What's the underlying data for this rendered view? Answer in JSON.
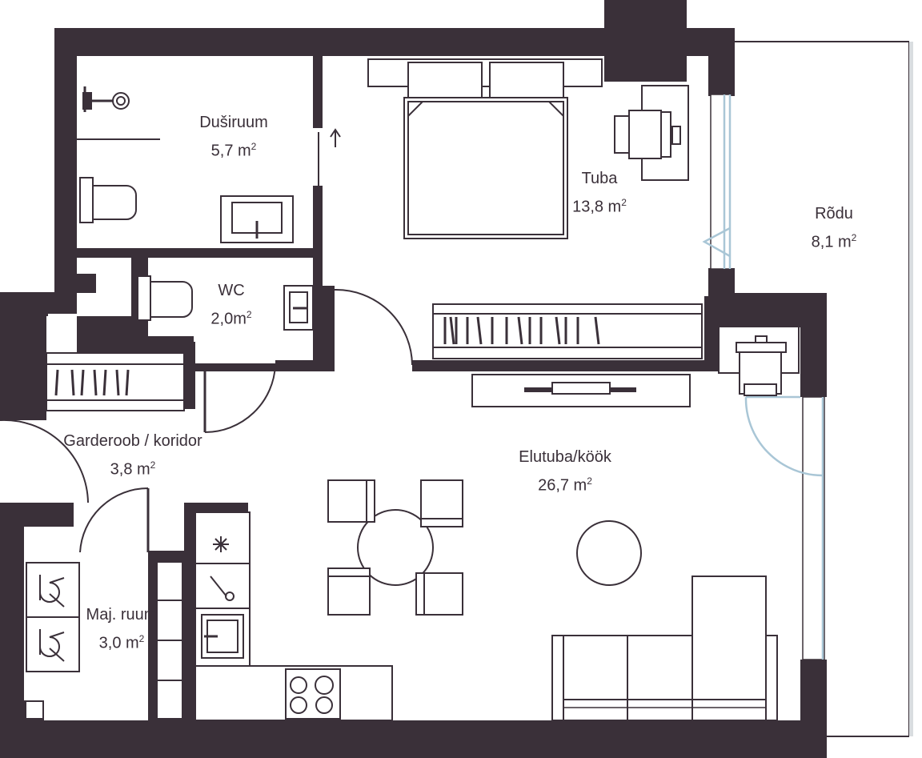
{
  "rooms": {
    "dusiruum": {
      "name": "Duširuum",
      "area": "5,7  m",
      "sup": "2"
    },
    "tuba": {
      "name": "Tuba",
      "area": "13,8 m",
      "sup": "2"
    },
    "rodu": {
      "name": "Rõdu",
      "area": "8,1  m",
      "sup": "2"
    },
    "wc": {
      "name": "WC",
      "area": "2,0m",
      "sup": "2"
    },
    "garderoob": {
      "name": "Garderoob / koridor",
      "area": "3,8  m",
      "sup": "2"
    },
    "elutuba": {
      "name": "Elutuba/köök",
      "area": "26,7  m",
      "sup": "2"
    },
    "majruum": {
      "name": "Maj. ruum",
      "area": "3,0 m",
      "sup": "2"
    }
  },
  "colors": {
    "wall": "#3a3039",
    "glass": "#a9c6d6",
    "background": "#ffffff"
  },
  "icons": [
    "arrow-up-icon",
    "hob-icon",
    "dishwasher-icon",
    "oven-icon",
    "washing-machine-icon",
    "shower-icon"
  ]
}
